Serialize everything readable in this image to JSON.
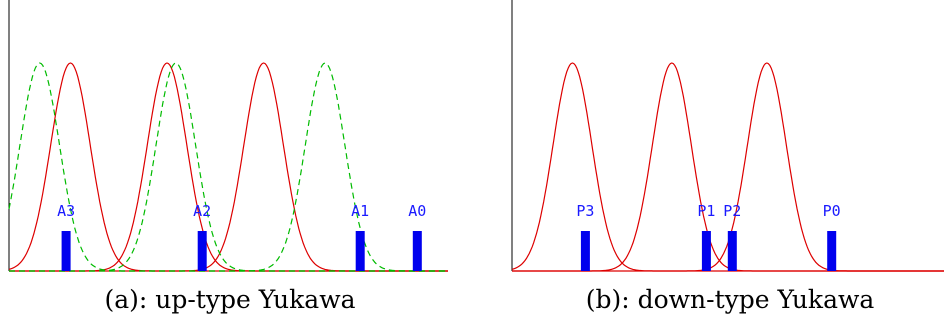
{
  "colors": {
    "solid_curve": "#dd0000",
    "dashed_curve": "#00bb00",
    "marker": "#0000ee",
    "label": "#1a1aff",
    "axis": "#000000"
  },
  "panels": [
    {
      "id": "a",
      "caption": "(a): up-type Yukawa",
      "solid_peaks": [
        0.14,
        0.36,
        0.58
      ],
      "dashed_peaks": [
        0.07,
        0.38,
        0.72
      ],
      "markers": [
        {
          "label": "A3",
          "x": 0.13
        },
        {
          "label": "A2",
          "x": 0.44
        },
        {
          "label": "A1",
          "x": 0.8
        },
        {
          "label": "A0",
          "x": 0.93
        }
      ]
    },
    {
      "id": "b",
      "caption": "(b): down-type Yukawa",
      "solid_peaks": [
        0.14,
        0.37,
        0.59
      ],
      "dashed_peaks": [],
      "markers": [
        {
          "label": "P3",
          "x": 0.17
        },
        {
          "label": "P1",
          "x": 0.45
        },
        {
          "label": "P2",
          "x": 0.51
        },
        {
          "label": "P0",
          "x": 0.74
        }
      ]
    }
  ]
}
